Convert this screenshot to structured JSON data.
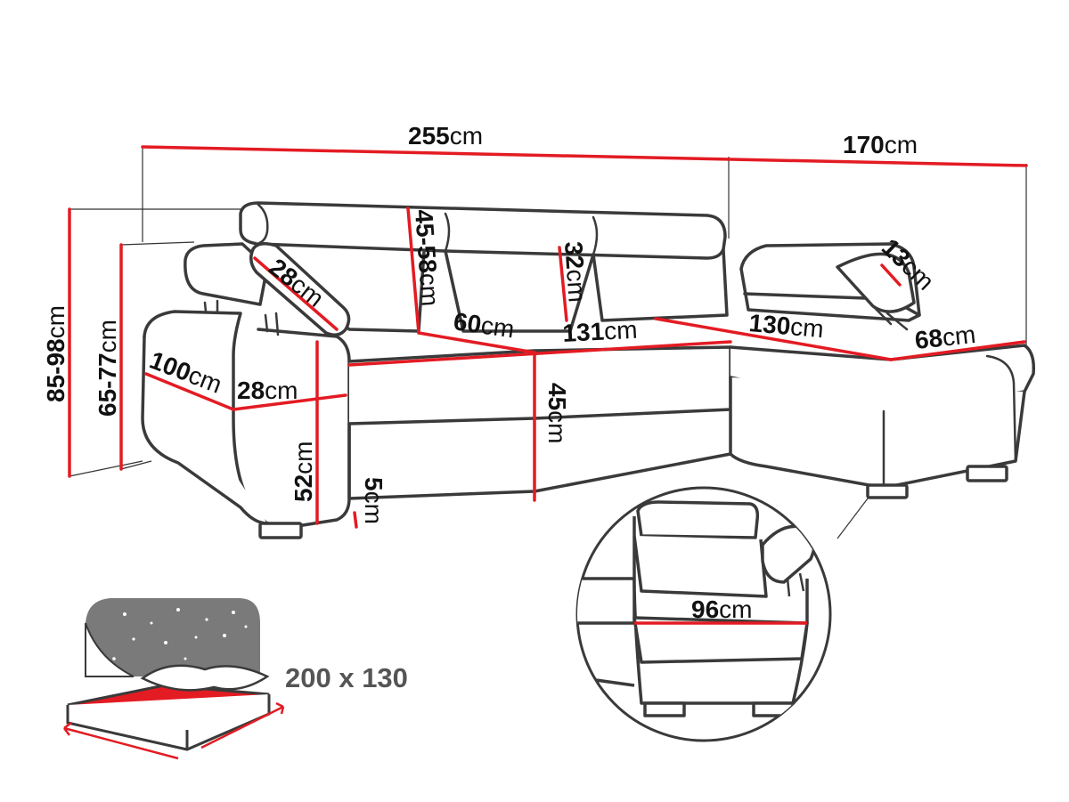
{
  "dimensions": {
    "total_width": {
      "num": "255",
      "unit": "cm"
    },
    "chaise_width": {
      "num": "170",
      "unit": "cm"
    },
    "total_height": {
      "num": "85-98",
      "unit": "cm"
    },
    "back_height": {
      "num": "65-77",
      "unit": "cm"
    },
    "left_depth": {
      "num": "100",
      "unit": "cm"
    },
    "armrest_width": {
      "num": "28",
      "unit": "cm"
    },
    "headrest_left": {
      "num": "28",
      "unit": "cm"
    },
    "headrest_height": {
      "num": "45-58",
      "unit": "cm"
    },
    "backrest_inner": {
      "num": "32",
      "unit": "cm"
    },
    "seat_depth": {
      "num": "60",
      "unit": "cm"
    },
    "seat_width": {
      "num": "131",
      "unit": "cm"
    },
    "chaise_length": {
      "num": "130",
      "unit": "cm"
    },
    "chaise_depth": {
      "num": "68",
      "unit": "cm"
    },
    "headrest_right": {
      "num": "13",
      "unit": "cm"
    },
    "seat_height": {
      "num": "45",
      "unit": "cm"
    },
    "arm_height": {
      "num": "52",
      "unit": "cm"
    },
    "leg_height": {
      "num": "5",
      "unit": "cm"
    },
    "detail_depth": {
      "num": "96",
      "unit": "cm"
    }
  },
  "sleeping_area": "200 x 130",
  "colors": {
    "dimension_line": "#e31b23",
    "outline": "#3a3a3a",
    "night_sky": "#7a7a7a",
    "bed_surface": "#e31b23"
  }
}
